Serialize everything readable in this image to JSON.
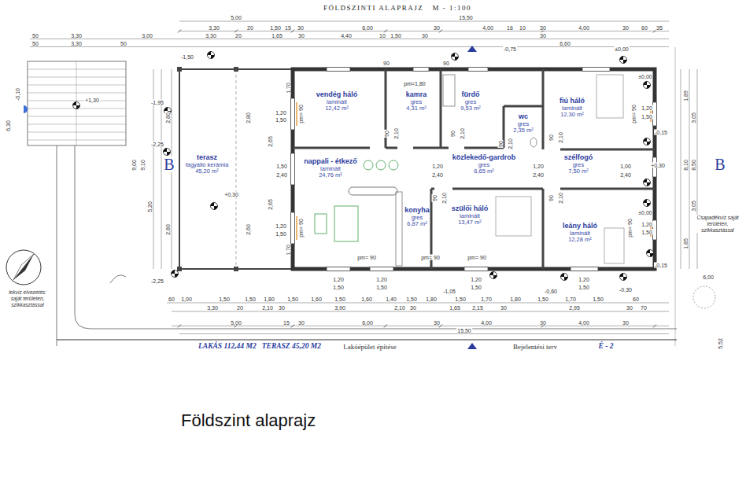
{
  "diagram": {
    "title": "FÖLDSZINTI ALAPRAJZ   M - 1:100",
    "caption": "Földszint alaprajz",
    "nodes": [
      {
        "text": [
          "vendég háló",
          "laminált",
          "12,42 m²"
        ]
      },
      {
        "text": [
          "kamra",
          "gres",
          "4,31 m²"
        ]
      },
      {
        "text": [
          "fürdő",
          "gres",
          "9,53 m²"
        ]
      },
      {
        "text": [
          "fiú háló",
          "laminált",
          "12,30 m²"
        ]
      },
      {
        "text": [
          "wc",
          "gres",
          "2,35 m²"
        ]
      },
      {
        "text": [
          "terasz",
          "fagyálló kerámia",
          "45,20 m²"
        ]
      },
      {
        "text": [
          "nappali - étkező",
          "laminált",
          "24,76 m²"
        ]
      },
      {
        "text": [
          "közlekedő-gardrob",
          "gres",
          "6,65 m²"
        ]
      },
      {
        "text": [
          "szélfogó",
          "gres",
          "7,50 m²"
        ]
      },
      {
        "text": [
          "konyha",
          "gres",
          "6,87 m²"
        ]
      },
      {
        "text": [
          "szülői háló",
          "laminált",
          "13,47 m²"
        ]
      },
      {
        "text": [
          "leány háló",
          "laminált",
          "12,28 m²"
        ]
      }
    ],
    "labels": [
      "5,00",
      "15,50",
      "3,30",
      "20",
      "1,50",
      "15",
      "30",
      "6,00",
      "30",
      "4,00",
      "16",
      "10",
      "30",
      "4,00",
      "30",
      "60",
      "35",
      "50",
      "3,30",
      "3,00",
      "3,30",
      "20",
      "1,65",
      "30",
      "4,40",
      "10",
      "1,50",
      "30",
      "30",
      "50",
      "3,30",
      "50",
      "6,60",
      "-1,50",
      "-0,75",
      "±0,00",
      "±0,00",
      "-0,10",
      "6,30",
      "+1,30",
      "-1,95",
      "-2,25",
      "+0,30",
      "-2,25",
      "9,00",
      "9,10",
      "2,80",
      "5,20",
      "2,80",
      "2,80",
      "2,65",
      "2,65",
      "2,60",
      "1,70",
      "1,20",
      "1,50",
      "1,50",
      "2,40",
      "1,20",
      "1,50",
      "1,70",
      "pm= 90",
      "pm= 90",
      "pm=1,80",
      "90",
      "90",
      "90",
      "2,10",
      "90",
      "2,10",
      "90",
      "2,10",
      "90",
      "2,10",
      "1,20",
      "2,40",
      "1,20",
      "2,40",
      "90",
      "2,10",
      "90",
      "2,10",
      "pm= 90",
      "pm= 90",
      "pm= 90",
      "pm= 90",
      "1,20",
      "1,50",
      "1,00",
      "2,40",
      "pm= 90",
      "1,20",
      "1,50",
      "+0,30",
      "-0,15",
      "±0,00",
      "-0,15",
      "1,89",
      "3,05",
      "8,10",
      "8,50",
      "3,05",
      "1,85",
      "6,00",
      "5,52",
      "1,20",
      "1,50",
      "1,20",
      "1,50",
      "1,20",
      "1,50",
      "1,20",
      "1,50",
      "-1,05",
      "-0,60",
      "-0,30",
      "60",
      "1,00",
      "1,50",
      "1,50",
      "1,80",
      "1,50",
      "1,60",
      "1,50",
      "1,60",
      "1,40",
      "1,50",
      "1,80",
      "1,50",
      "1,70",
      "1,80",
      "1,50",
      "1,70",
      "1,50",
      "60",
      "3,30",
      "20",
      "2,10",
      "30",
      "3,90",
      "2,10",
      "30",
      "1,65",
      "2,15",
      "30",
      "2,95",
      "30",
      "70",
      "5,00",
      "15",
      "30",
      "6,00",
      "30",
      "4,00",
      "30",
      "4,00",
      "30",
      "15,50",
      "B",
      "B",
      "lekvíz elvezetés: saját területen, szikkasztással",
      "Csapadékvíz saját területen, szikkasztással",
      "LAKÁS 112,44 M2   TERASZ 45,20 M2",
      "Lakóépület építése",
      "Bejelentési terv",
      "É - 2"
    ]
  }
}
